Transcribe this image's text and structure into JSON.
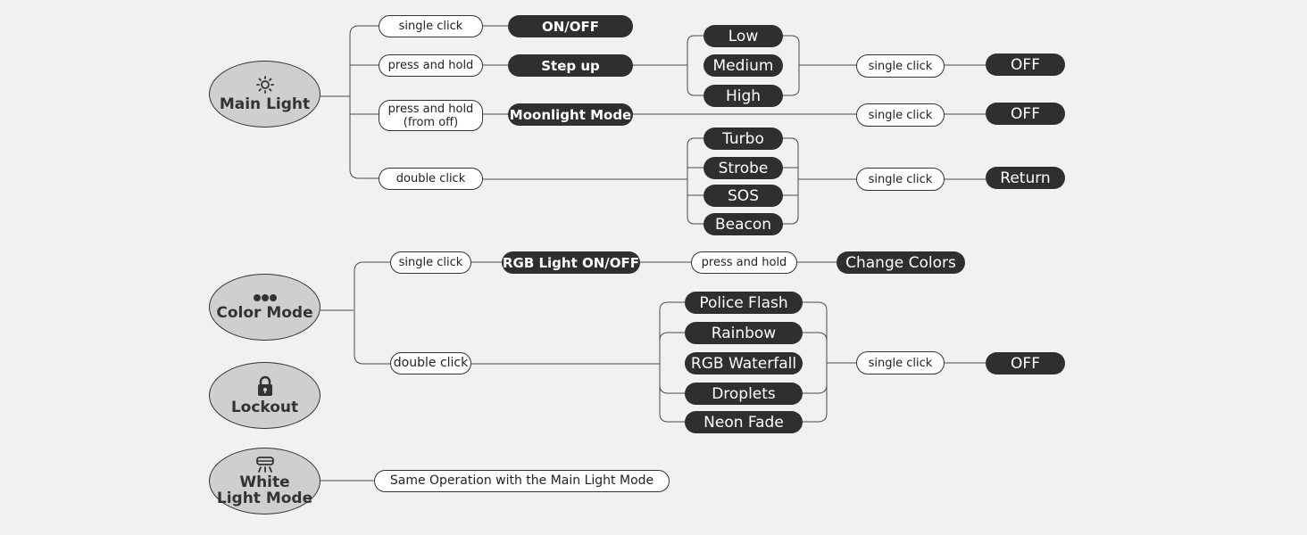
{
  "main_light": {
    "title": "Main Light",
    "icon": "sun-icon",
    "single_click": "single click",
    "on_off": "ON/OFF",
    "press_hold": "press and hold",
    "step_up": "Step up",
    "levels": [
      "Low",
      "Medium",
      "High"
    ],
    "step_single_click": "single click",
    "step_off": "OFF",
    "press_hold_off": "press and hold\n(from off)",
    "moonlight": "Moonlight Mode",
    "moon_single_click": "single click",
    "moon_off": "OFF",
    "double_click": "double click",
    "special_modes": [
      "Turbo",
      "Strobe",
      "SOS",
      "Beacon"
    ],
    "special_single_click": "single click",
    "return": "Return"
  },
  "color_mode": {
    "title": "Color Mode",
    "icon": "three-dots-icon",
    "single_click": "single click",
    "rgb_on_off": "RGB Light ON/OFF",
    "press_hold": "press and hold",
    "change_colors": "Change Colors",
    "double_click": "double click",
    "effects": [
      "Police Flash",
      "Rainbow",
      "RGB Waterfall",
      "Droplets",
      "Neon Fade"
    ],
    "effects_single_click": "single click",
    "effects_off": "OFF"
  },
  "lockout": {
    "title": "Lockout",
    "icon": "lock-icon"
  },
  "white_light": {
    "title": "White Light Mode",
    "icon": "ceiling-lamp-icon",
    "note": "Same Operation with the Main Light Mode"
  }
}
